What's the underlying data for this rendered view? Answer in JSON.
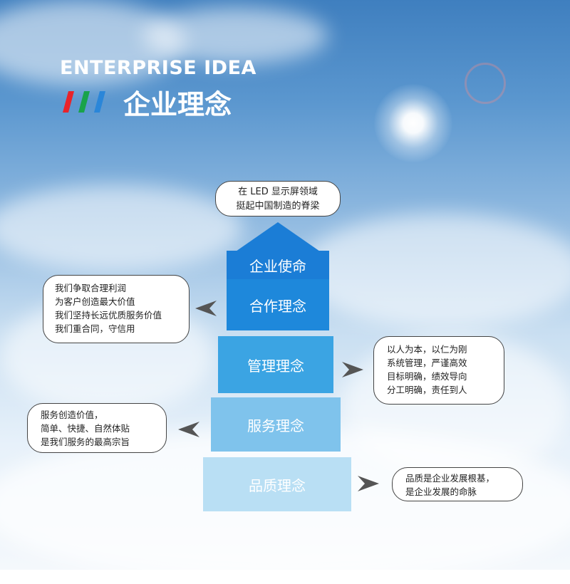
{
  "header": {
    "title_en": "ENTERPRISE IDEA",
    "title_cn": "企业理念",
    "stripe_colors": [
      "#e8232a",
      "#19a34a",
      "#2a86d9"
    ]
  },
  "top_note": {
    "lines": [
      "在 LED 显示屏领域",
      "挺起中国制造的脊梁"
    ]
  },
  "steps": [
    {
      "label": "企业使命",
      "color": "#1b7dd6"
    },
    {
      "label": "合作理念",
      "color": "#1e88db"
    },
    {
      "label": "管理理念",
      "color": "#3ba4e3"
    },
    {
      "label": "服务理念",
      "color": "#7fc3ec"
    },
    {
      "label": "品质理念",
      "color": "#b9dff4"
    }
  ],
  "notes": {
    "cooperation": {
      "lines": [
        "我们争取合理利润",
        "为客户创造最大价值",
        "我们坚持长远优质服务价值",
        "我们重合同，守信用"
      ]
    },
    "management": {
      "lines": [
        "以人为本，以仁为刚",
        "系统管理，严谨高效",
        "目标明确，绩效导向",
        "分工明确，责任到人"
      ]
    },
    "service": {
      "lines": [
        "服务创造价值，",
        "简单、快捷、自然体贴",
        "是我们服务的最高宗旨"
      ]
    },
    "quality": {
      "lines": [
        "品质是企业发展根基，",
        "是企业发展的命脉"
      ]
    }
  }
}
